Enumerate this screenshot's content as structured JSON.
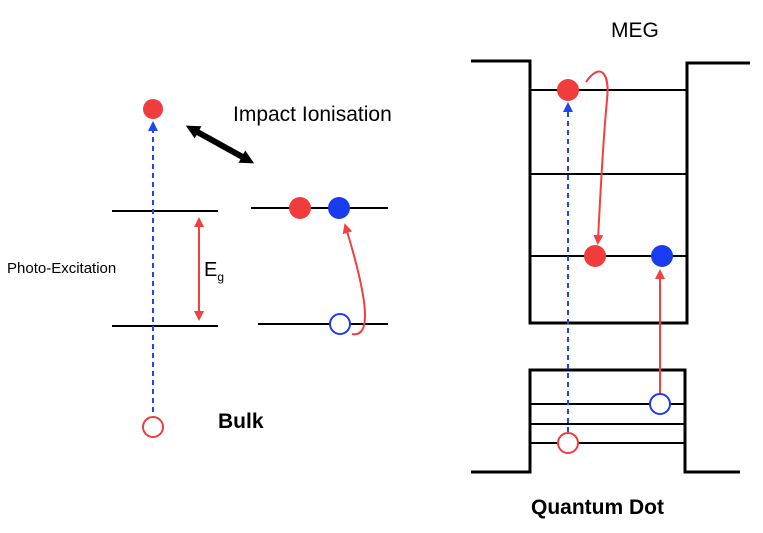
{
  "labels": {
    "impact_ionisation": "Impact Ionisation",
    "photo_excitation": "Photo-Excitation",
    "band_gap_symbol": "E",
    "band_gap_subscript": "g",
    "bulk": "Bulk",
    "meg": "MEG",
    "quantum_dot": "Quantum Dot"
  },
  "colors": {
    "electron": "#f03c3c",
    "hole_outline_red": "#f03c3c",
    "hole": "#1a3cf0",
    "excitation_arrow": "#2244ee",
    "transition_arrow": "#f04040",
    "level_line": "#000000",
    "double_arrow": "#000000"
  },
  "icons": {
    "electron": "filled-circle",
    "hole": "open-circle",
    "impact_double_arrow": "double-headed-arrow"
  }
}
